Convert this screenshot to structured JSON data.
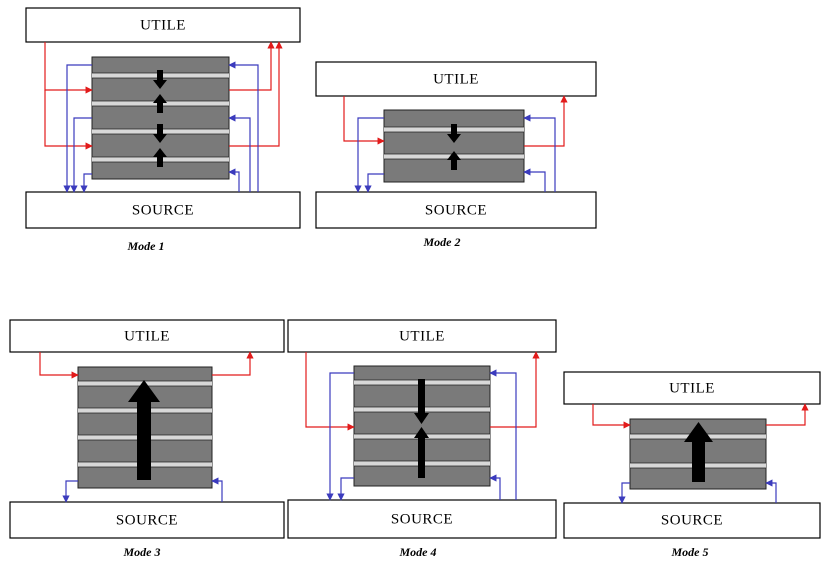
{
  "labels": {
    "utile": "UTILE",
    "source": "SOURCE"
  },
  "modes": [
    {
      "caption": "Mode 1"
    },
    {
      "caption": "Mode 2"
    },
    {
      "caption": "Mode 3"
    },
    {
      "caption": "Mode 4"
    },
    {
      "caption": "Mode 5"
    }
  ],
  "colors": {
    "hot_stream": "#e21b1b",
    "cold_stream": "#3b3bbd",
    "stack": "#7a7a7a",
    "stripe": "#d8d8d8"
  }
}
